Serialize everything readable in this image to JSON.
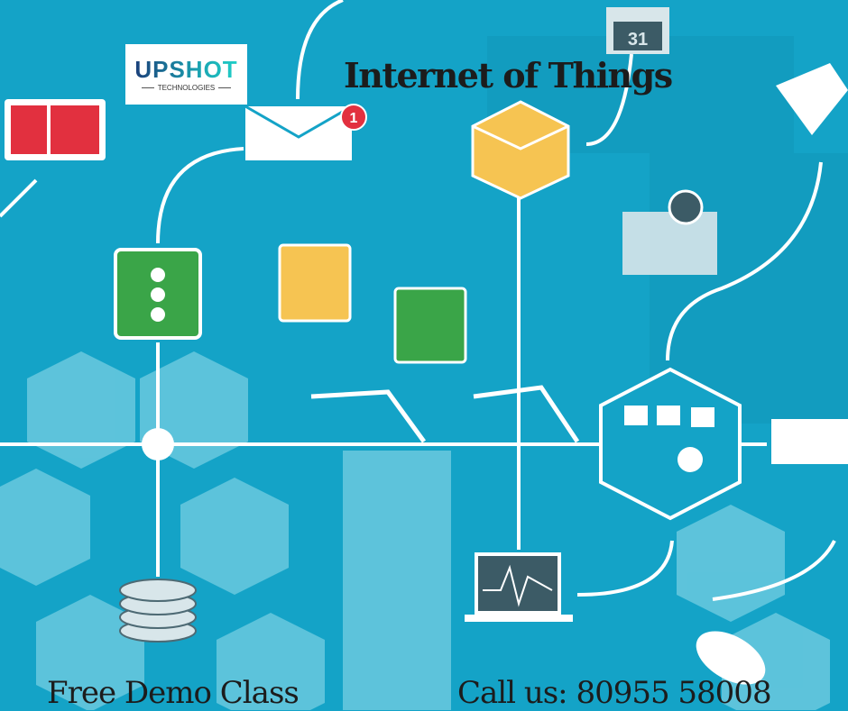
{
  "logo": {
    "main": "UPSHOT",
    "sub": "TECHNOLOGIES"
  },
  "title": "Internet of Things",
  "footer": {
    "demo": "Free Demo Class",
    "call": "Call us: 80955 58008"
  },
  "illustration": {
    "calendar_day": "31",
    "notification_count": "1"
  },
  "colors": {
    "background": "#14a3c7",
    "hex_light": "#7fd0e3",
    "green": "#3aa548",
    "yellow": "#f6c452",
    "red": "#e2303f"
  }
}
